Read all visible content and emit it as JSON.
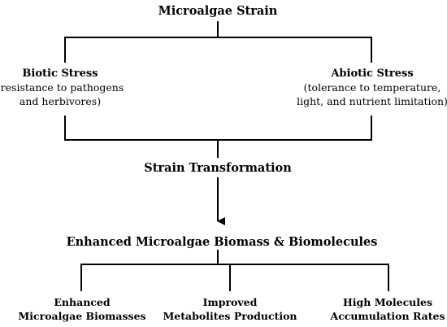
{
  "top": {
    "label": "Microalgae Strain"
  },
  "stresses": [
    {
      "title": "Biotic Stress",
      "desc_lines": [
        "(resistance to  pathogens",
        "and herbivores)"
      ]
    },
    {
      "title": "Abiotic Stress",
      "desc_lines": [
        "(tolerance to temperature,",
        "light, and nutrient limitation)"
      ]
    }
  ],
  "transformation": {
    "label": "Strain Transformation"
  },
  "enhanced": {
    "label": "Enhanced Microalgae Biomass & Biomolecules"
  },
  "outcomes": [
    {
      "lines": [
        "Enhanced",
        "Microalgae Biomasses"
      ]
    },
    {
      "lines": [
        "Improved",
        "Metabolites  Production"
      ]
    },
    {
      "lines": [
        "High Molecules",
        "Accumulation Rates"
      ]
    }
  ],
  "colors": {
    "line": "#000000",
    "text": "#000000",
    "background": "#ffffff"
  }
}
